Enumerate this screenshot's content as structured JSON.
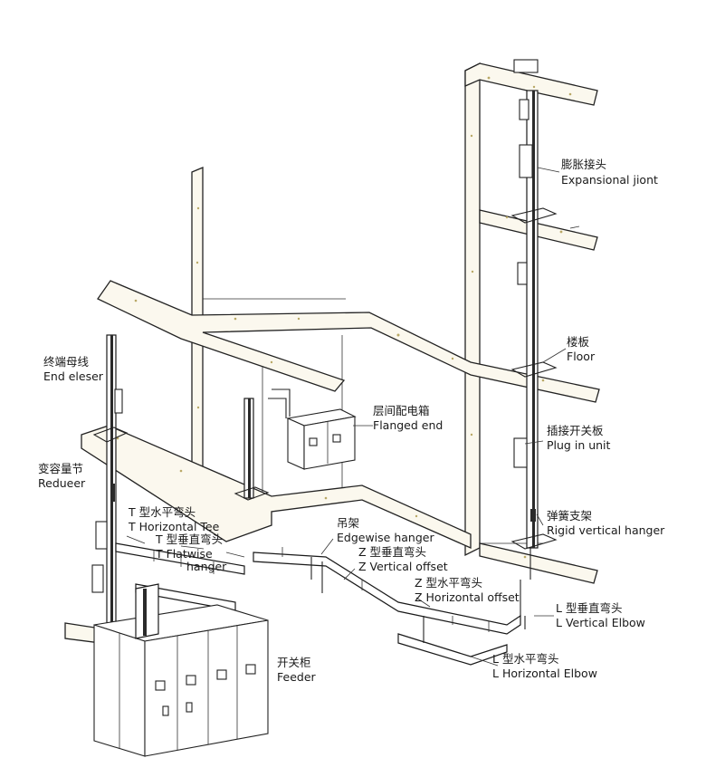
{
  "labels": {
    "expansion_joint": {
      "zh": "膨胀接头",
      "en": "Expansional jiont"
    },
    "floor": {
      "zh": "楼板",
      "en": "Floor"
    },
    "end_closer": {
      "zh": "终端母线",
      "en": "End eleser"
    },
    "flanged_end": {
      "zh": "层间配电箱",
      "en": "Flanged end"
    },
    "plug_in_unit": {
      "zh": "插接开关板",
      "en": "Plug in unit"
    },
    "reducer": {
      "zh": "变容量节",
      "en": "Redueer"
    },
    "rigid_vertical_hanger": {
      "zh": "弹簧支架",
      "en": "Rigid vertical hanger"
    },
    "t_horizontal_tee": {
      "zh": "T 型水平弯头",
      "en": "T Horizontal Tee"
    },
    "t_flatwise_hanger": {
      "zh": "T 型垂直弯头",
      "en_line1": "T Flatwise",
      "en_line2": "hanger"
    },
    "edgewise_hanger": {
      "zh": "吊架",
      "en": "Edgewise hanger"
    },
    "z_vertical_offset": {
      "zh": "Z 型垂直弯头",
      "en": "Z Vertical offset"
    },
    "z_horizontal_offset": {
      "zh": "Z 型水平弯头",
      "en": "Z Horizontal offset"
    },
    "l_vertical_elbow": {
      "zh": "L 型垂直弯头",
      "en": "L Vertical Elbow"
    },
    "l_horizontal_elbow": {
      "zh": "L 型水平弯头",
      "en": "L Horizontal Elbow"
    },
    "feeder": {
      "zh": "开关柜",
      "en": "Feeder"
    }
  }
}
